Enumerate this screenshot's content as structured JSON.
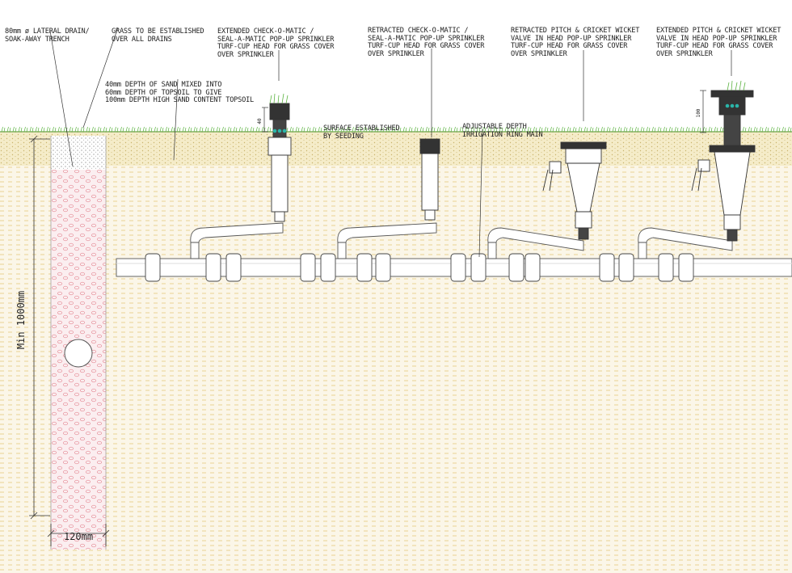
{
  "labels": {
    "drain": [
      "80mm ø LATERAL DRAIN/",
      "SOAK-AWAY TRENCH"
    ],
    "grass": [
      "GRASS TO BE ESTABLISHED",
      "OVER ALL DRAINS"
    ],
    "sand": [
      "40mm DEPTH OF SAND MIXED INTO",
      "60mm DEPTH OF TOPSOIL TO GIVE",
      "100mm DEPTH HIGH SAND CONTENT TOPSOIL"
    ],
    "extended_com": [
      "EXTENDED CHECK-O-MATIC /",
      "SEAL-A-MATIC POP-UP SPRINKLER",
      "TURF-CUP HEAD FOR GRASS COVER",
      "OVER SPRINKLER"
    ],
    "retracted_com": [
      "RETRACTED CHECK-O-MATIC /",
      "SEAL-A-MATIC POP-UP SPRINKLER",
      "TURF-CUP HEAD FOR GRASS COVER",
      "OVER SPRINKLER"
    ],
    "retracted_pitch": [
      "RETRACTED PITCH & CRICKET WICKET",
      "VALVE IN HEAD POP-UP SPRINKLER",
      "TURF-CUP HEAD FOR GRASS COVER",
      "OVER SPRINKLER"
    ],
    "extended_pitch": [
      "EXTENDED PITCH & CRICKET WICKET",
      "VALVE IN HEAD POP-UP SPRINKLER",
      "TURF-CUP HEAD FOR GRASS COVER",
      "OVER SPRINKLER"
    ],
    "surface": [
      "SURFACE ESTABLISHED",
      "BY SEEDING"
    ],
    "ring_main": [
      "ADJUSTABLE DEPTH",
      "IRRIGATION RING MAIN"
    ]
  },
  "dimensions": {
    "depth": "Min 1000mm",
    "width": "120mm",
    "extend_a": "40",
    "extend_b": "100"
  }
}
